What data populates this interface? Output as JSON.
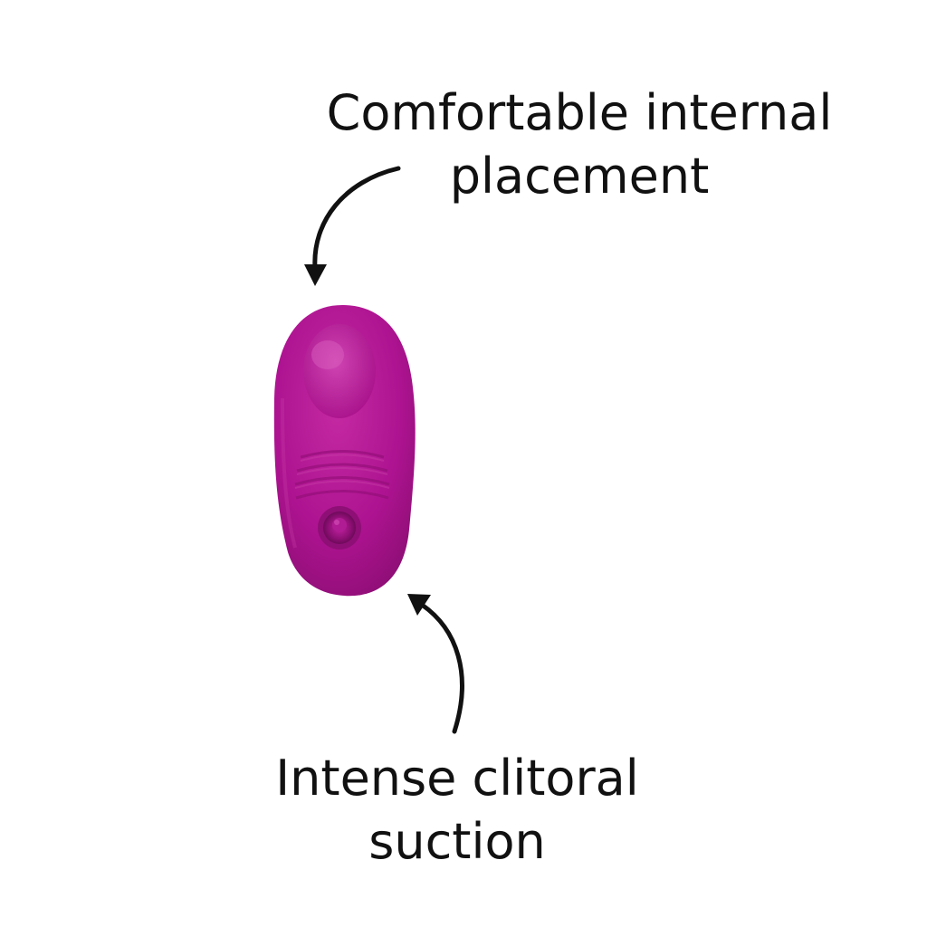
{
  "labels": {
    "top": {
      "line1": "Comfortable internal",
      "line2": "placement"
    },
    "bottom": {
      "line1": "Intense clitoral",
      "line2": "suction"
    }
  },
  "colors": {
    "product": "#b0138f",
    "product_highlight": "#d446b6",
    "product_shadow": "#820c69",
    "arrow": "#111111",
    "background": "#ffffff"
  },
  "icons": {
    "top_arrow": "curved-arrow-down-left-icon",
    "bottom_arrow": "curved-arrow-up-left-icon"
  }
}
